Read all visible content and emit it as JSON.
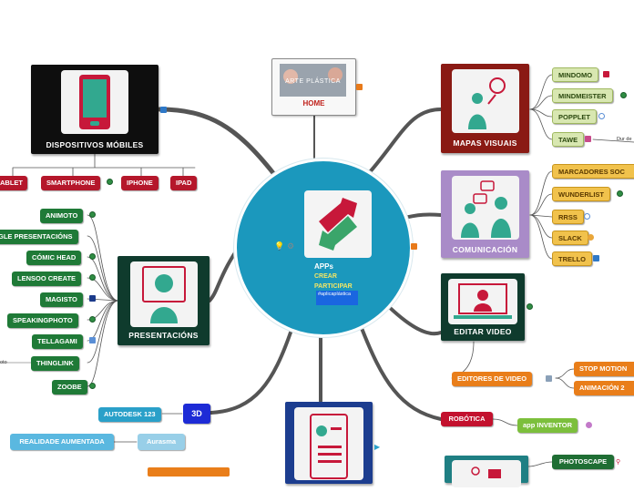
{
  "center": {
    "title": "APPs",
    "line2": "CREAR",
    "line3": "PARTICIPAR",
    "hashtag": "#aplicaplástica"
  },
  "home": {
    "label": "HOME",
    "photo_text": "ARTE PLÁSTICA"
  },
  "dispositivos": {
    "label": "DISPOSITIVOS MÓBILES",
    "children": [
      "ABLET",
      "SMARTPHONE",
      "IPHONE",
      "IPAD"
    ]
  },
  "presentacions": {
    "label": "PRESENTACIÓNS",
    "children": [
      "ANIMOTO",
      "GLE PRESENTACIÓNS",
      "CÓMIC HEAD",
      "LENSOO CREATE",
      "MAGISTO",
      "SPEAKINGPHOTO",
      "TELLAGAMI",
      "THINGLINK",
      "ZOOBE"
    ],
    "note": "oto"
  },
  "mapas": {
    "label": "MAPAS VISUAIS",
    "children": [
      "MINDOMO",
      "MINDMEISTER",
      "POPPLET",
      "TAWE"
    ],
    "note": "Dur de"
  },
  "comunicacion": {
    "label": "COMUNICACIÓN",
    "children": [
      "MARCADORES SOC",
      "WUNDERLIST",
      "RRSS",
      "SLACK",
      "TRELLO"
    ]
  },
  "video": {
    "label": "EDITAR VIDEO",
    "editores": "EDITORES DE VIDEO",
    "children": [
      "STOP MOTION",
      "ANIMACIÓN 2"
    ]
  },
  "robotica": {
    "label": "ROBÓTICA",
    "child": "app INVENTOR"
  },
  "photoshop": "PHOTOSCAPE",
  "tres_d": {
    "label": "3D",
    "children": [
      "AUTODESK 123"
    ]
  },
  "realidade": {
    "label": "REALIDADE AUMENTADA",
    "child": "Aurasma"
  },
  "colors": {
    "center": "#1b98bd",
    "wire": "#4a4a4a",
    "red": "#b5172b",
    "green": "#1f7a37",
    "purple": "#a98bc8",
    "dark_teal": "#0f3b2d",
    "black": "#111111",
    "navy_card": "#1c3d8f"
  },
  "icons": [
    "lightbulb-icon",
    "gear-icon",
    "globe-icon",
    "link-icon",
    "play-icon"
  ]
}
